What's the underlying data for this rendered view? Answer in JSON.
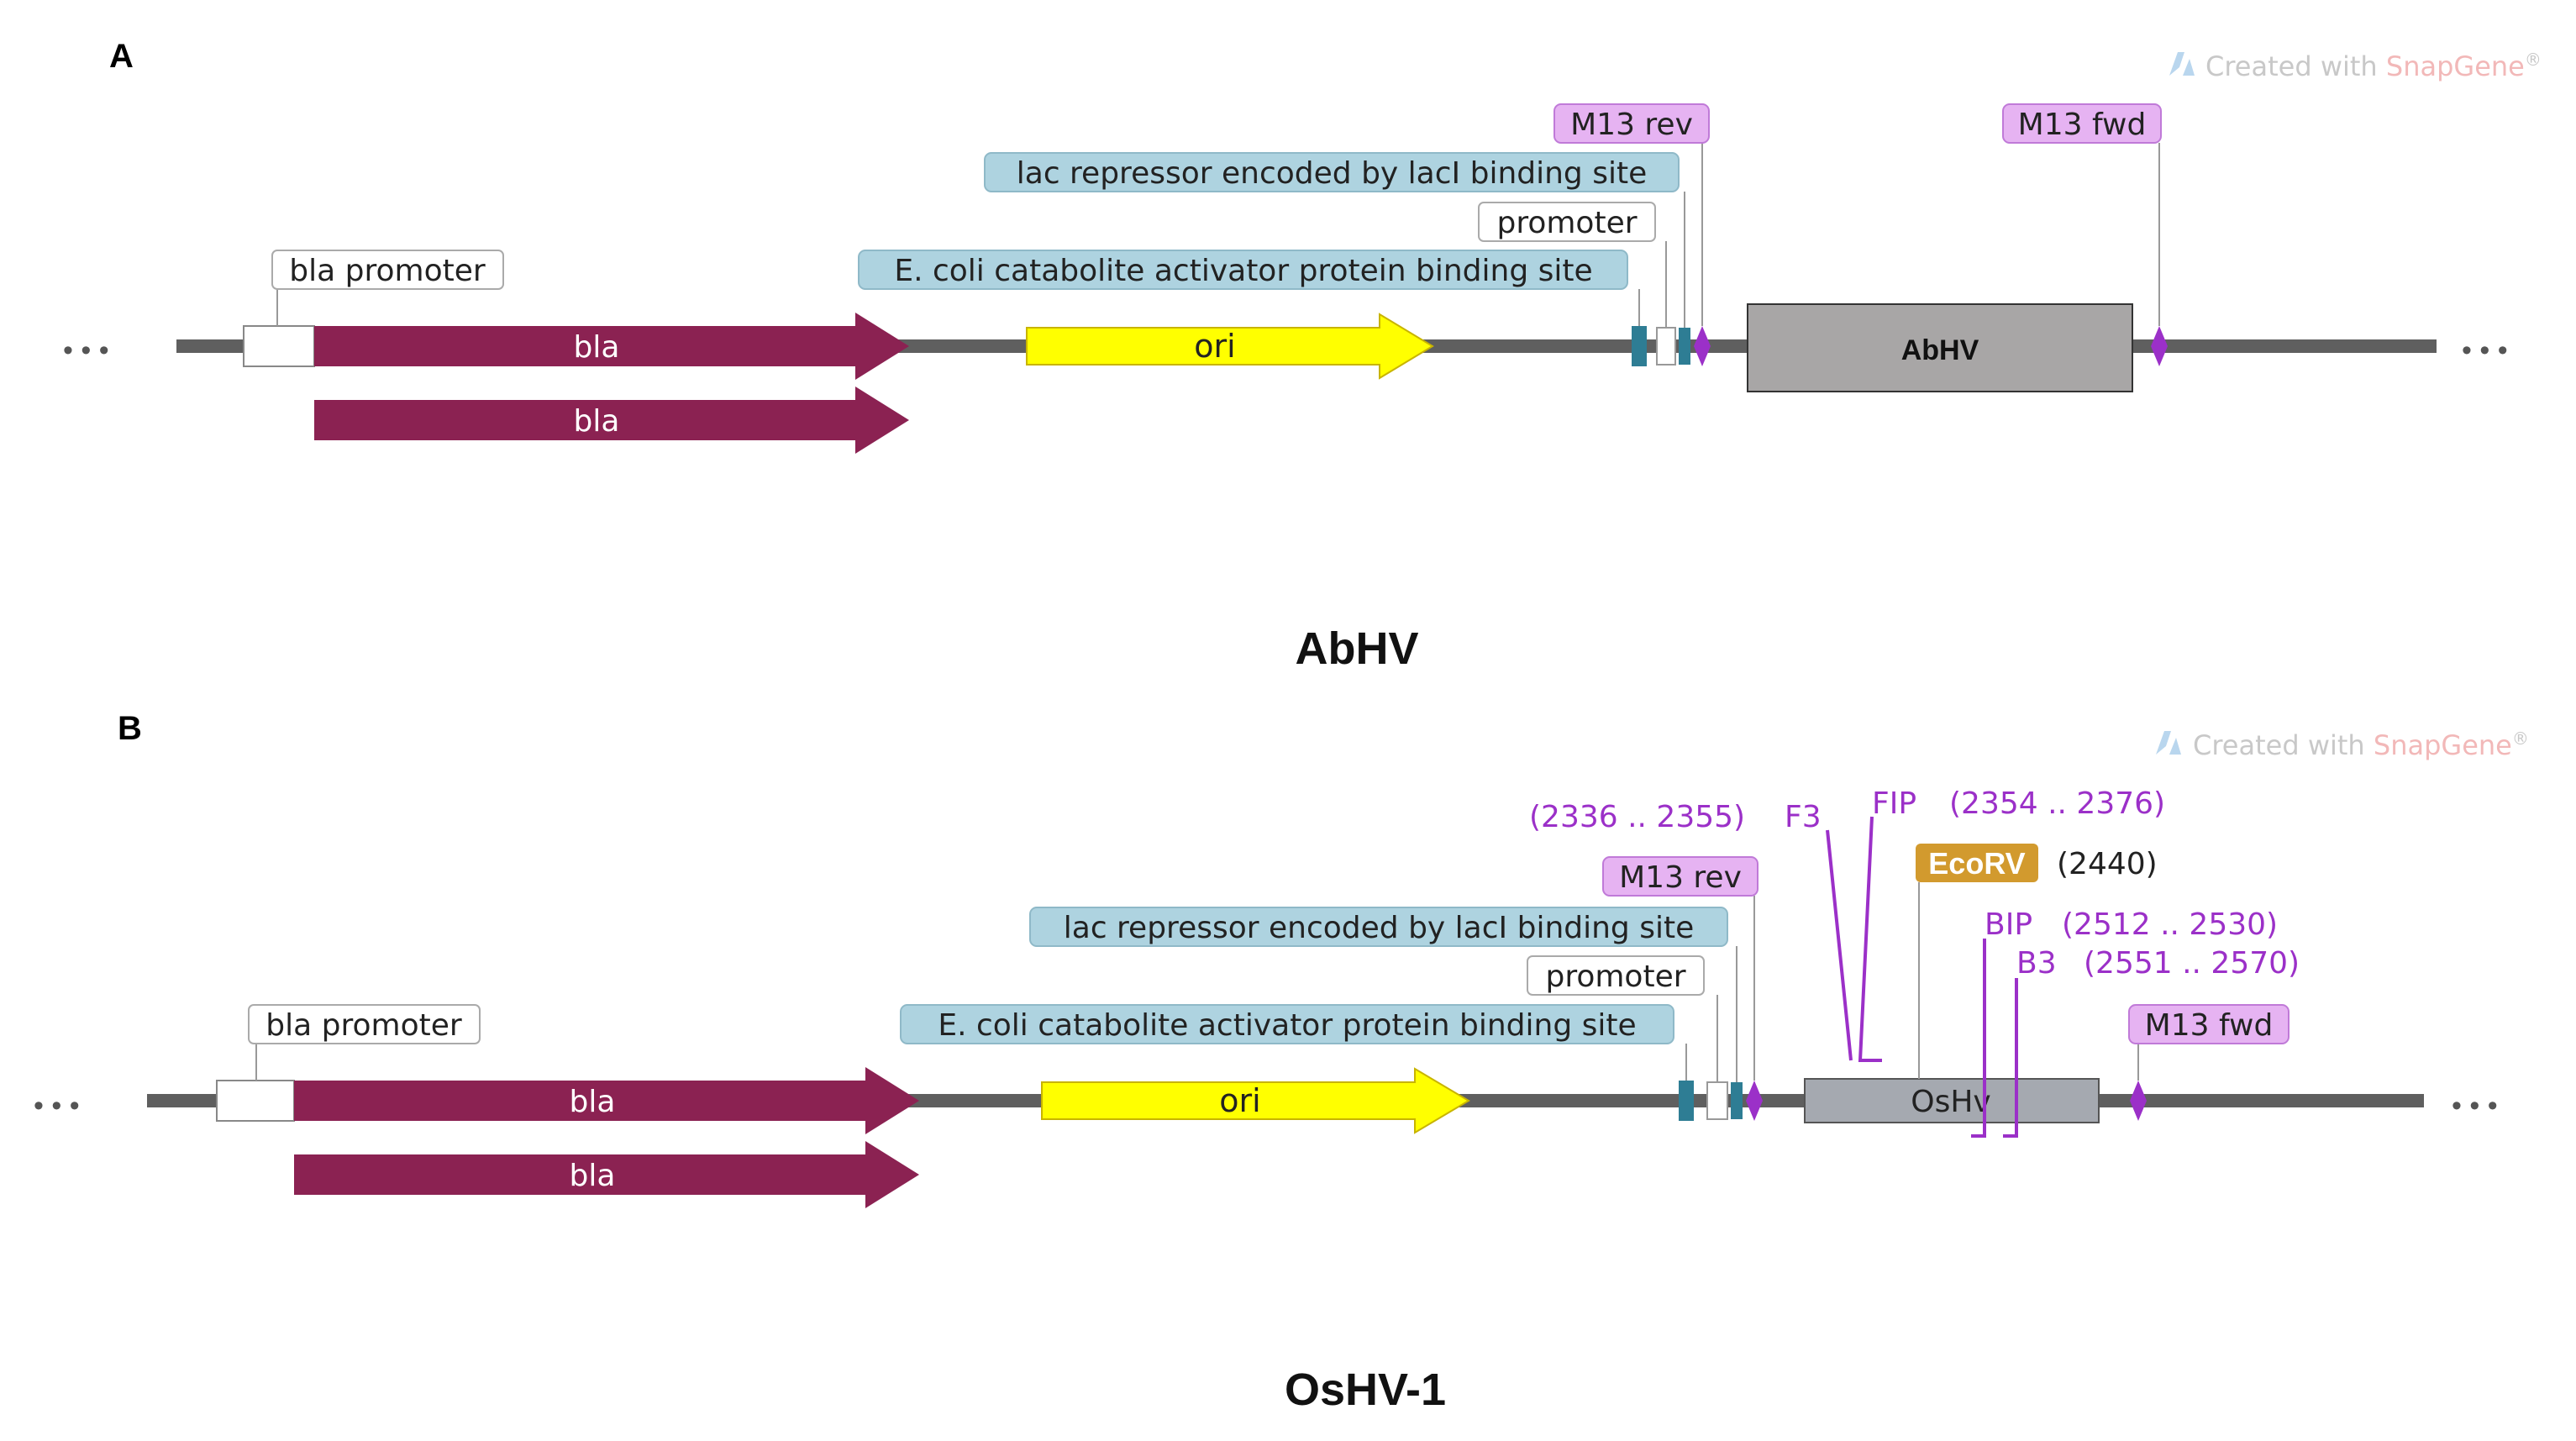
{
  "panels": [
    {
      "letter": "A",
      "caption": "AbHV",
      "watermark": {
        "prefix": "Created with ",
        "brand": "SnapGene",
        "reg": "®"
      },
      "dots": "• • •",
      "features": {
        "bla_promoter": "bla promoter",
        "bla": "bla",
        "bla2": "bla",
        "ori": "ori",
        "cap": "E. coli catabolite activator protein binding site",
        "lac": "lac repressor encoded by lacI binding site",
        "promoter": "promoter",
        "m13rev": "M13 rev",
        "m13fwd": "M13 fwd",
        "insert": "AbHV"
      }
    },
    {
      "letter": "B",
      "caption": "OsHV-1",
      "watermark": {
        "prefix": "Created with ",
        "brand": "SnapGene",
        "reg": "®"
      },
      "dots": "• • •",
      "features": {
        "bla_promoter": "bla promoter",
        "bla": "bla",
        "bla2": "bla",
        "ori": "ori",
        "cap": "E. coli catabolite activator protein binding site",
        "lac": "lac repressor encoded by lacI binding site",
        "promoter": "promoter",
        "m13rev": "M13 rev",
        "m13fwd": "M13 fwd",
        "insert": "OsHv"
      },
      "primers": {
        "f3_range": "(2336 .. 2355)",
        "f3": "F3",
        "fip": "FIP",
        "fip_range": "(2354 .. 2376)",
        "bip": "BIP",
        "bip_range": "(2512 .. 2530)",
        "b3": "B3",
        "b3_range": "(2551 .. 2570)"
      },
      "enzyme": {
        "name": "EcoRV",
        "position": "(2440)"
      }
    }
  ],
  "colors": {
    "backbone": "#5f5f5f",
    "bla": "#8b2252",
    "ori": "#ffff00",
    "cap_box": "#aed3e0",
    "feature_teal": "#2e7d94",
    "primer_box": "#e6b3f2",
    "primer_text": "#9b30c8",
    "insert_a": "#a8a6a6",
    "insert_b": "#a5a9b0",
    "ecorv": "#d29a2e"
  }
}
